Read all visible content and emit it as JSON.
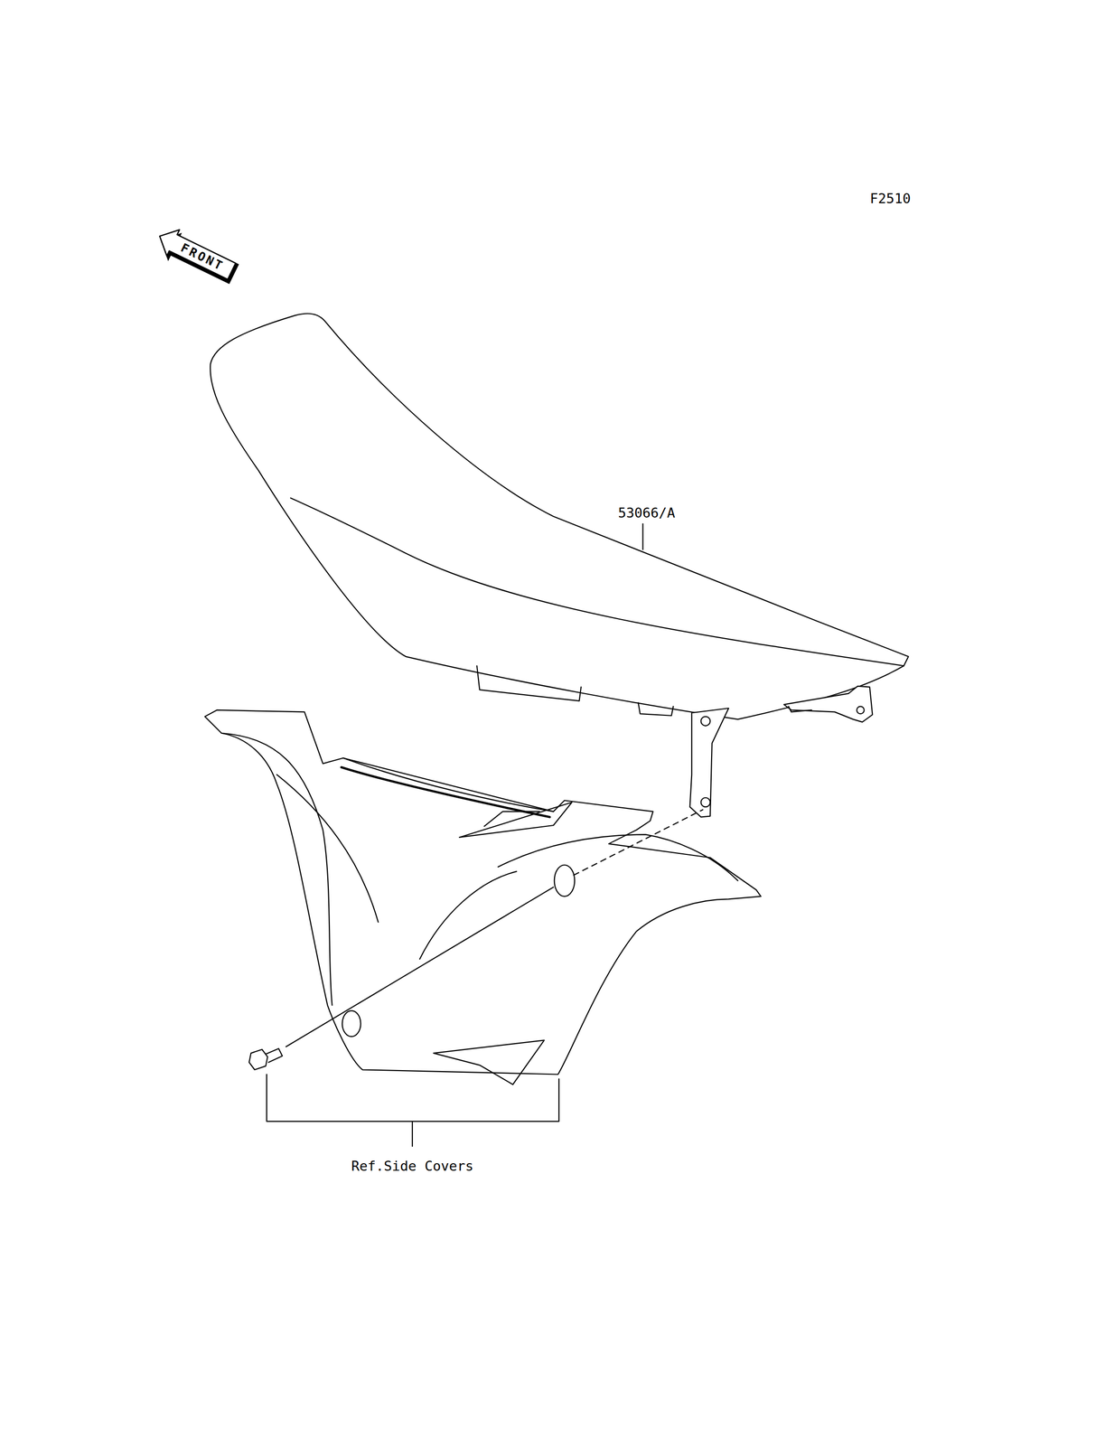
{
  "diagram": {
    "nodes": [
      {
        "text": [
          "FRONT"
        ]
      }
    ],
    "labels": [
      "F2510",
      "53066/A",
      "Ref.Side Covers"
    ]
  }
}
